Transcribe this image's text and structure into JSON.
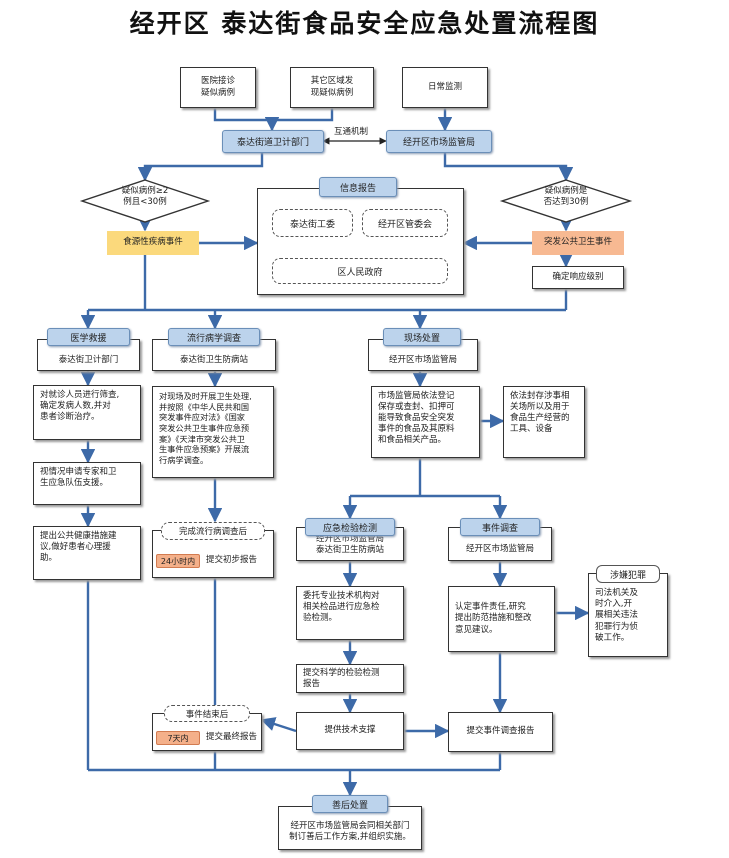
{
  "title": "经开区  泰达街食品安全应急处置流程图",
  "sources": {
    "hospital": "医院接诊\n疑似病例",
    "other_region": "其它区域发\n现疑似病例",
    "daily_monitor": "日常监测"
  },
  "dept": {
    "health": "泰达街道卫计部门",
    "market": "经开区市场监管局",
    "mutual": "互通机制"
  },
  "decision": {
    "left": "疑似病例≥2\n例且<30例",
    "right": "疑似病例是\n否达到30例"
  },
  "events": {
    "foodborne": "食源性疾病事件",
    "public_health": "突发公共卫生事件",
    "response_level": "确定响应级别"
  },
  "info_report": {
    "header": "信息报告",
    "committee1": "泰达街工委",
    "committee2": "经开区管委会",
    "government": "区人民政府"
  },
  "medical": {
    "header": "医学救援",
    "dept": "泰达街卫计部门",
    "step1": "对就诊人员进行筛查,\n确定发病人数,并对\n患者诊断治疗。",
    "step2": "视情况申请专家和卫\n生应急队伍支援。",
    "step3": "提出公共健康措施建\n议,做好患者心理援\n助。"
  },
  "epi": {
    "header": "流行病学调查",
    "dept": "泰达街卫生防病站",
    "step1": "对现场及时开展卫生处理,\n并按照《中华人民共和国\n突发事件应对法》《国家\n突发公共卫生事件应急预\n案》《天津市突发公共卫\n生事件应急预案》开展流\n行病学调查。",
    "done": "完成流行病调查后",
    "time_tag": "24小时内",
    "submit": "提交初步报告"
  },
  "site": {
    "header": "现场处置",
    "dept": "经开区市场监管局",
    "step1": "市场监管局依法登记\n保存或查封、扣押可\n能导致食品安全突发\n事件的食品及其原料\n和食品相关产品。",
    "seal": "依法封存涉事相\n关场所以及用于\n食品生产经营的\n工具、设备"
  },
  "lab": {
    "header": "应急检验检测",
    "dept": "经开区市场监管局\n泰达街卫生防病站",
    "step1": "委托专业技术机构对\n相关检品进行应急检\n验检测。",
    "step2": "提交科学的检验检测\n报告",
    "support": "提供技术支撑"
  },
  "investigation": {
    "header": "事件调查",
    "dept": "经开区市场监管局",
    "step1": "认定事件责任,研究\n提出防范措施和整改\n意见建议。",
    "report": "提交事件调查报告"
  },
  "crime": {
    "header": "涉嫌犯罪",
    "body": "司法机关及\n时介入,开\n展相关违法\n犯罪行为侦\n破工作。"
  },
  "end": {
    "header": "事件结束后",
    "time_tag": "7天内",
    "submit": "提交最终报告"
  },
  "aftermath": {
    "header": "善后处置",
    "body": "经开区市场监管局会同相关部门\n制订善后工作方案,并组织实施。"
  },
  "colors": {
    "blue_fill": "#bcd3ec",
    "yellow_fill": "#fbd97c",
    "orange_fill": "#f7b992",
    "line": "#3d6aa8",
    "tag_fill": "#f4b08a"
  }
}
